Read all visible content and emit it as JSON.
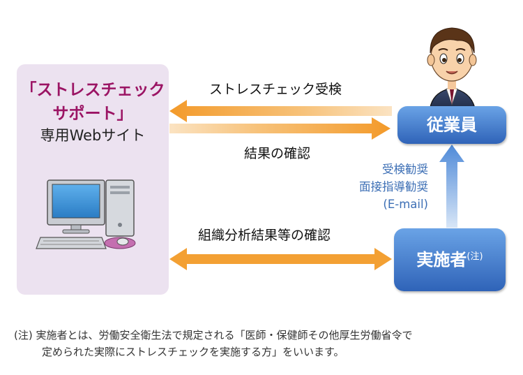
{
  "site": {
    "title_line1": "「ストレスチェック",
    "title_line2": "サポート」",
    "subtitle": "専用Webサイト"
  },
  "arrows": {
    "stress_check": "ストレスチェック受検",
    "result_check": "結果の確認",
    "org_analysis": "組織分析結果等の確認"
  },
  "info": {
    "line1": "受検勧奨",
    "line2": "面接指導勧奨",
    "line3": "(E-mail)"
  },
  "roles": {
    "employee": "従業員",
    "implementer": "実施者",
    "implementer_note": "(注)"
  },
  "footnote": {
    "line1": "(注) 実施者とは、労働安全衛生法で規定される「医師・保健師その他厚生労働省令で",
    "line2": "定められた実際にストレスチェックを実施する方」をいいます。"
  },
  "colors": {
    "panel": "#ece2f0",
    "title": "#9b1464",
    "arrow_orange": "#f3a033",
    "arrow_blue": "#4f8ad8",
    "role_blue": "#2f63b8",
    "info_blue": "#3d6fb5"
  }
}
